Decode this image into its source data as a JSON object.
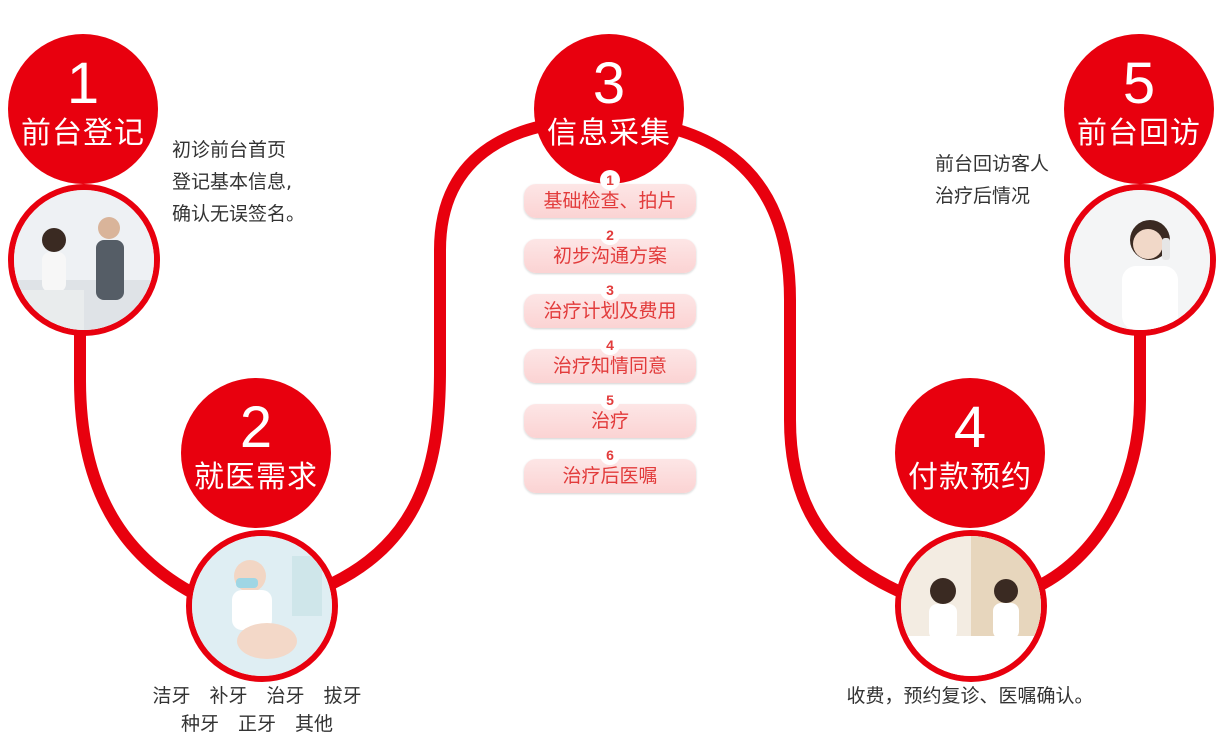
{
  "colors": {
    "accent": "#e8000e",
    "subtask_text": "#e23b3b",
    "subtask_bg": "#fbd8d8",
    "text": "#333333"
  },
  "steps": [
    {
      "number": "1",
      "title": "前台登记"
    },
    {
      "number": "2",
      "title": "就医需求"
    },
    {
      "number": "3",
      "title": "信息采集"
    },
    {
      "number": "4",
      "title": "付款预约"
    },
    {
      "number": "5",
      "title": "前台回访"
    }
  ],
  "notes": {
    "step1": [
      "初诊前台首页",
      "登记基本信息,",
      "确认无误签名。"
    ],
    "step2": [
      "洁牙　补牙　治牙　拔牙",
      "种牙　正牙　其他"
    ],
    "step4": [
      "收费，预约复诊、医嘱确认。"
    ],
    "step5": [
      "前台回访客人",
      "治疗后情况"
    ]
  },
  "substeps": [
    {
      "index": "1",
      "label": "基础检查、拍片"
    },
    {
      "index": "2",
      "label": "初步沟通方案"
    },
    {
      "index": "3",
      "label": "治疗计划及费用"
    },
    {
      "index": "4",
      "label": "治疗知情同意"
    },
    {
      "index": "5",
      "label": "治疗"
    },
    {
      "index": "6",
      "label": "治疗后医嘱"
    }
  ],
  "photos": [
    "reception-handshake-photo",
    "dental-cleaning-photo",
    "payment-desk-photo",
    "phone-call-photo"
  ]
}
